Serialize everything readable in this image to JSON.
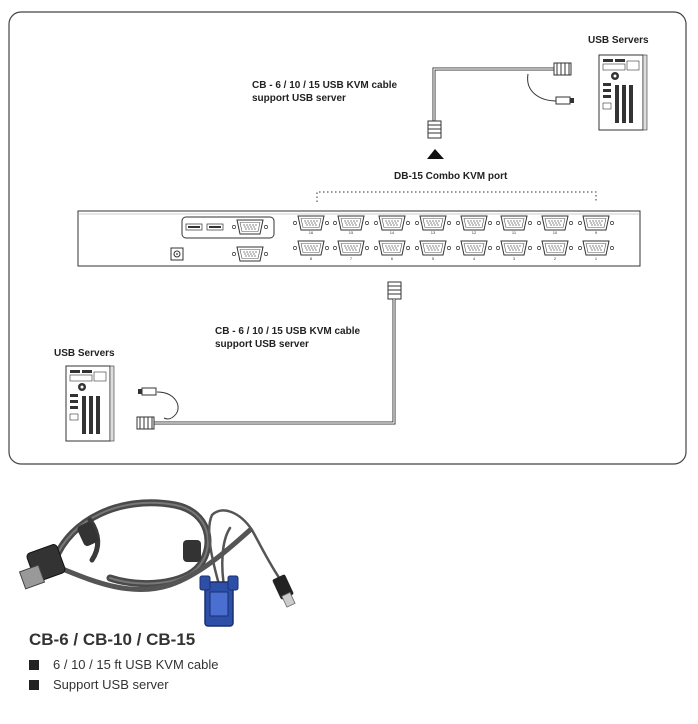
{
  "diagram": {
    "top_servers_label": "USB Servers",
    "top_cable_label_line1": "CB - 6 / 10 / 15 USB KVM cable",
    "top_cable_label_line2": "support USB server",
    "port_label": "DB-15 Combo KVM port",
    "bottom_cable_label_line1": "CB - 6 / 10 / 15 USB KVM cable",
    "bottom_cable_label_line2": "support USB server",
    "bottom_servers_label": "USB Servers",
    "port_numbers_top": [
      "16",
      "15",
      "14",
      "13",
      "12",
      "11",
      "10",
      "9"
    ],
    "port_numbers_bottom": [
      "8",
      "7",
      "6",
      "5",
      "4",
      "3",
      "2",
      "1"
    ]
  },
  "product": {
    "title": "CB-6 / CB-10 / CB-15",
    "features": [
      "6 / 10 / 15 ft USB KVM cable",
      "Support USB server"
    ]
  }
}
